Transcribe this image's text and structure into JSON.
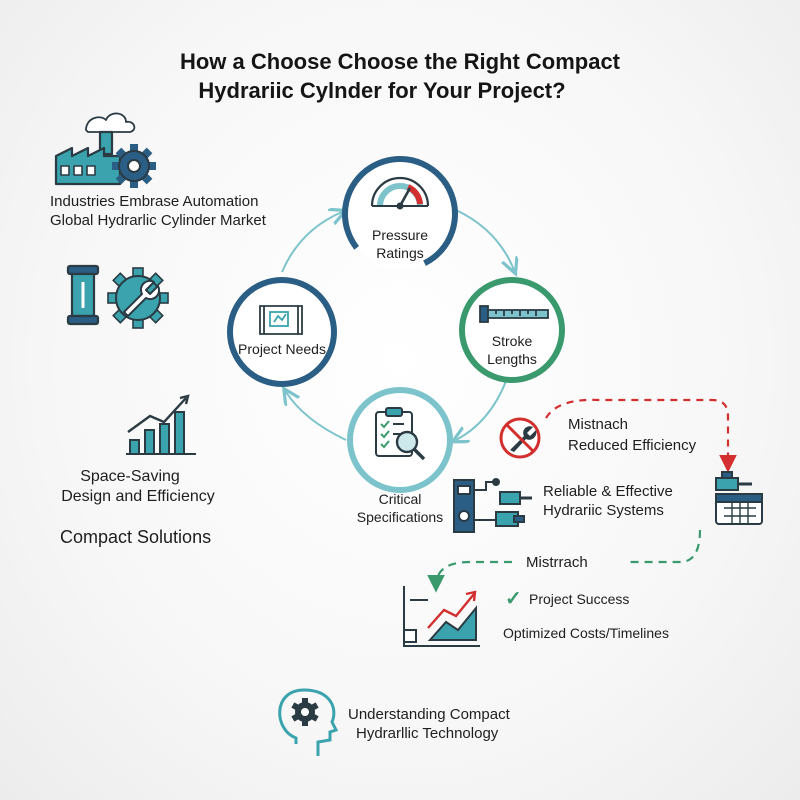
{
  "title": {
    "line1": "How a Choose Choose the Right Compact",
    "line2": "Hydrariic Cylnder for Your Project?"
  },
  "left": {
    "industry_line1": "Industries Embrase Automation",
    "industry_line2": "Global Hydrarlic Cylinder Market",
    "space_line1": "Space-Saving",
    "space_line2": "Design and Efficiency",
    "compact": "Compact Solutions"
  },
  "cycle": {
    "pressure_line1": "Pressure",
    "pressure_line2": "Ratings",
    "stroke_line1": "Stroke",
    "stroke_line2": "Lengths",
    "project_needs": "Project Needs",
    "critical_line1": "Critical",
    "critical_line2": "Specifications"
  },
  "right": {
    "mismatch1_line1": "Mistnach",
    "mismatch1_line2": "Reduced Efficiency",
    "reliable_line1": "Reliable & Effective",
    "reliable_line2": "Hydrariic Systems",
    "mismatch2": "Mistrrach",
    "check_mark": "✓",
    "success": "Project Success",
    "optimized": "Optimized Costs/Timelines"
  },
  "bottom": {
    "line1": "Understanding Compact",
    "line2": "Hydrarllic Technology"
  },
  "colors": {
    "teal": "#3aa3ad",
    "navy": "#2b5e84",
    "green": "#3a9a6e",
    "light_teal": "#7cc3cc",
    "red": "#d32f2f",
    "dark": "#2b3b44"
  }
}
